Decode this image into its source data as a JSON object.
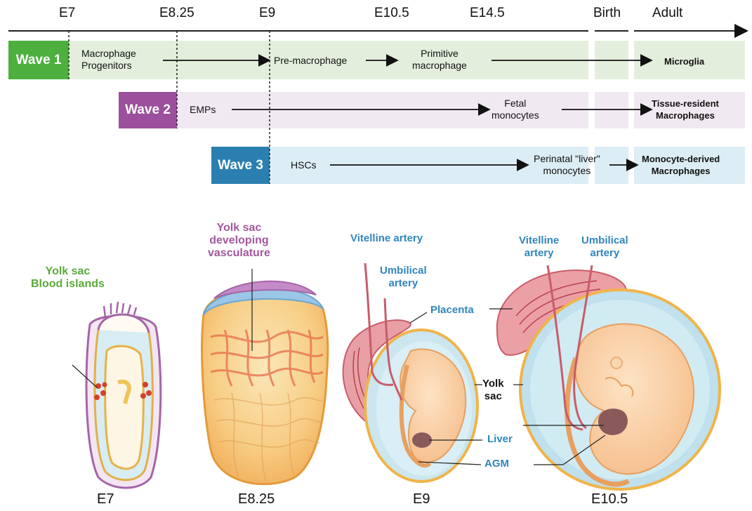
{
  "timeline": {
    "ticks": [
      "E7",
      "E8.25",
      "E9",
      "E10.5",
      "E14.5",
      "Birth",
      "Adult"
    ]
  },
  "waves": [
    {
      "label": "Wave 1",
      "start": "Macrophage\nProgenitors",
      "mid": "Pre-macrophage",
      "late": "Primitive\nmacrophage",
      "end": "Microglia"
    },
    {
      "label": "Wave 2",
      "start": "EMPs",
      "late": "Fetal\nmonocytes",
      "end": "Tissue-resident\nMacrophages"
    },
    {
      "label": "Wave 3",
      "start": "HSCs",
      "late": "Perinatal \"liver\"\nmonocytes",
      "end": "Monocyte-derived\nMacrophages"
    }
  ],
  "illustrations": {
    "e7_caption": "Yolk sac\nBlood islands",
    "e825_caption": "Yolk sac\ndeveloping\nvasculature",
    "e9_vitelline": "Vitelline artery",
    "e9_umbilical": "Umbilical\nartery",
    "placenta": "Placenta",
    "yolk_sac": "Yolk\nsac",
    "liver": "Liver",
    "agm": "AGM",
    "e105_vitelline": "Vitelline\nartery",
    "e105_umbilical": "Umbilical\nartery"
  },
  "stages": [
    "E7",
    "E8.25",
    "E9",
    "E10.5"
  ],
  "colors": {
    "wave1": "#4caf3e",
    "wave1_lane": "#e3efdc",
    "wave2": "#9b4f9c",
    "wave2_lane": "#f1e9f1",
    "wave3": "#2b7fb0",
    "wave3_lane": "#dcedf5",
    "green_text": "#5aaa3a",
    "purple_text": "#a3579e",
    "blue_text": "#2f86bd"
  }
}
